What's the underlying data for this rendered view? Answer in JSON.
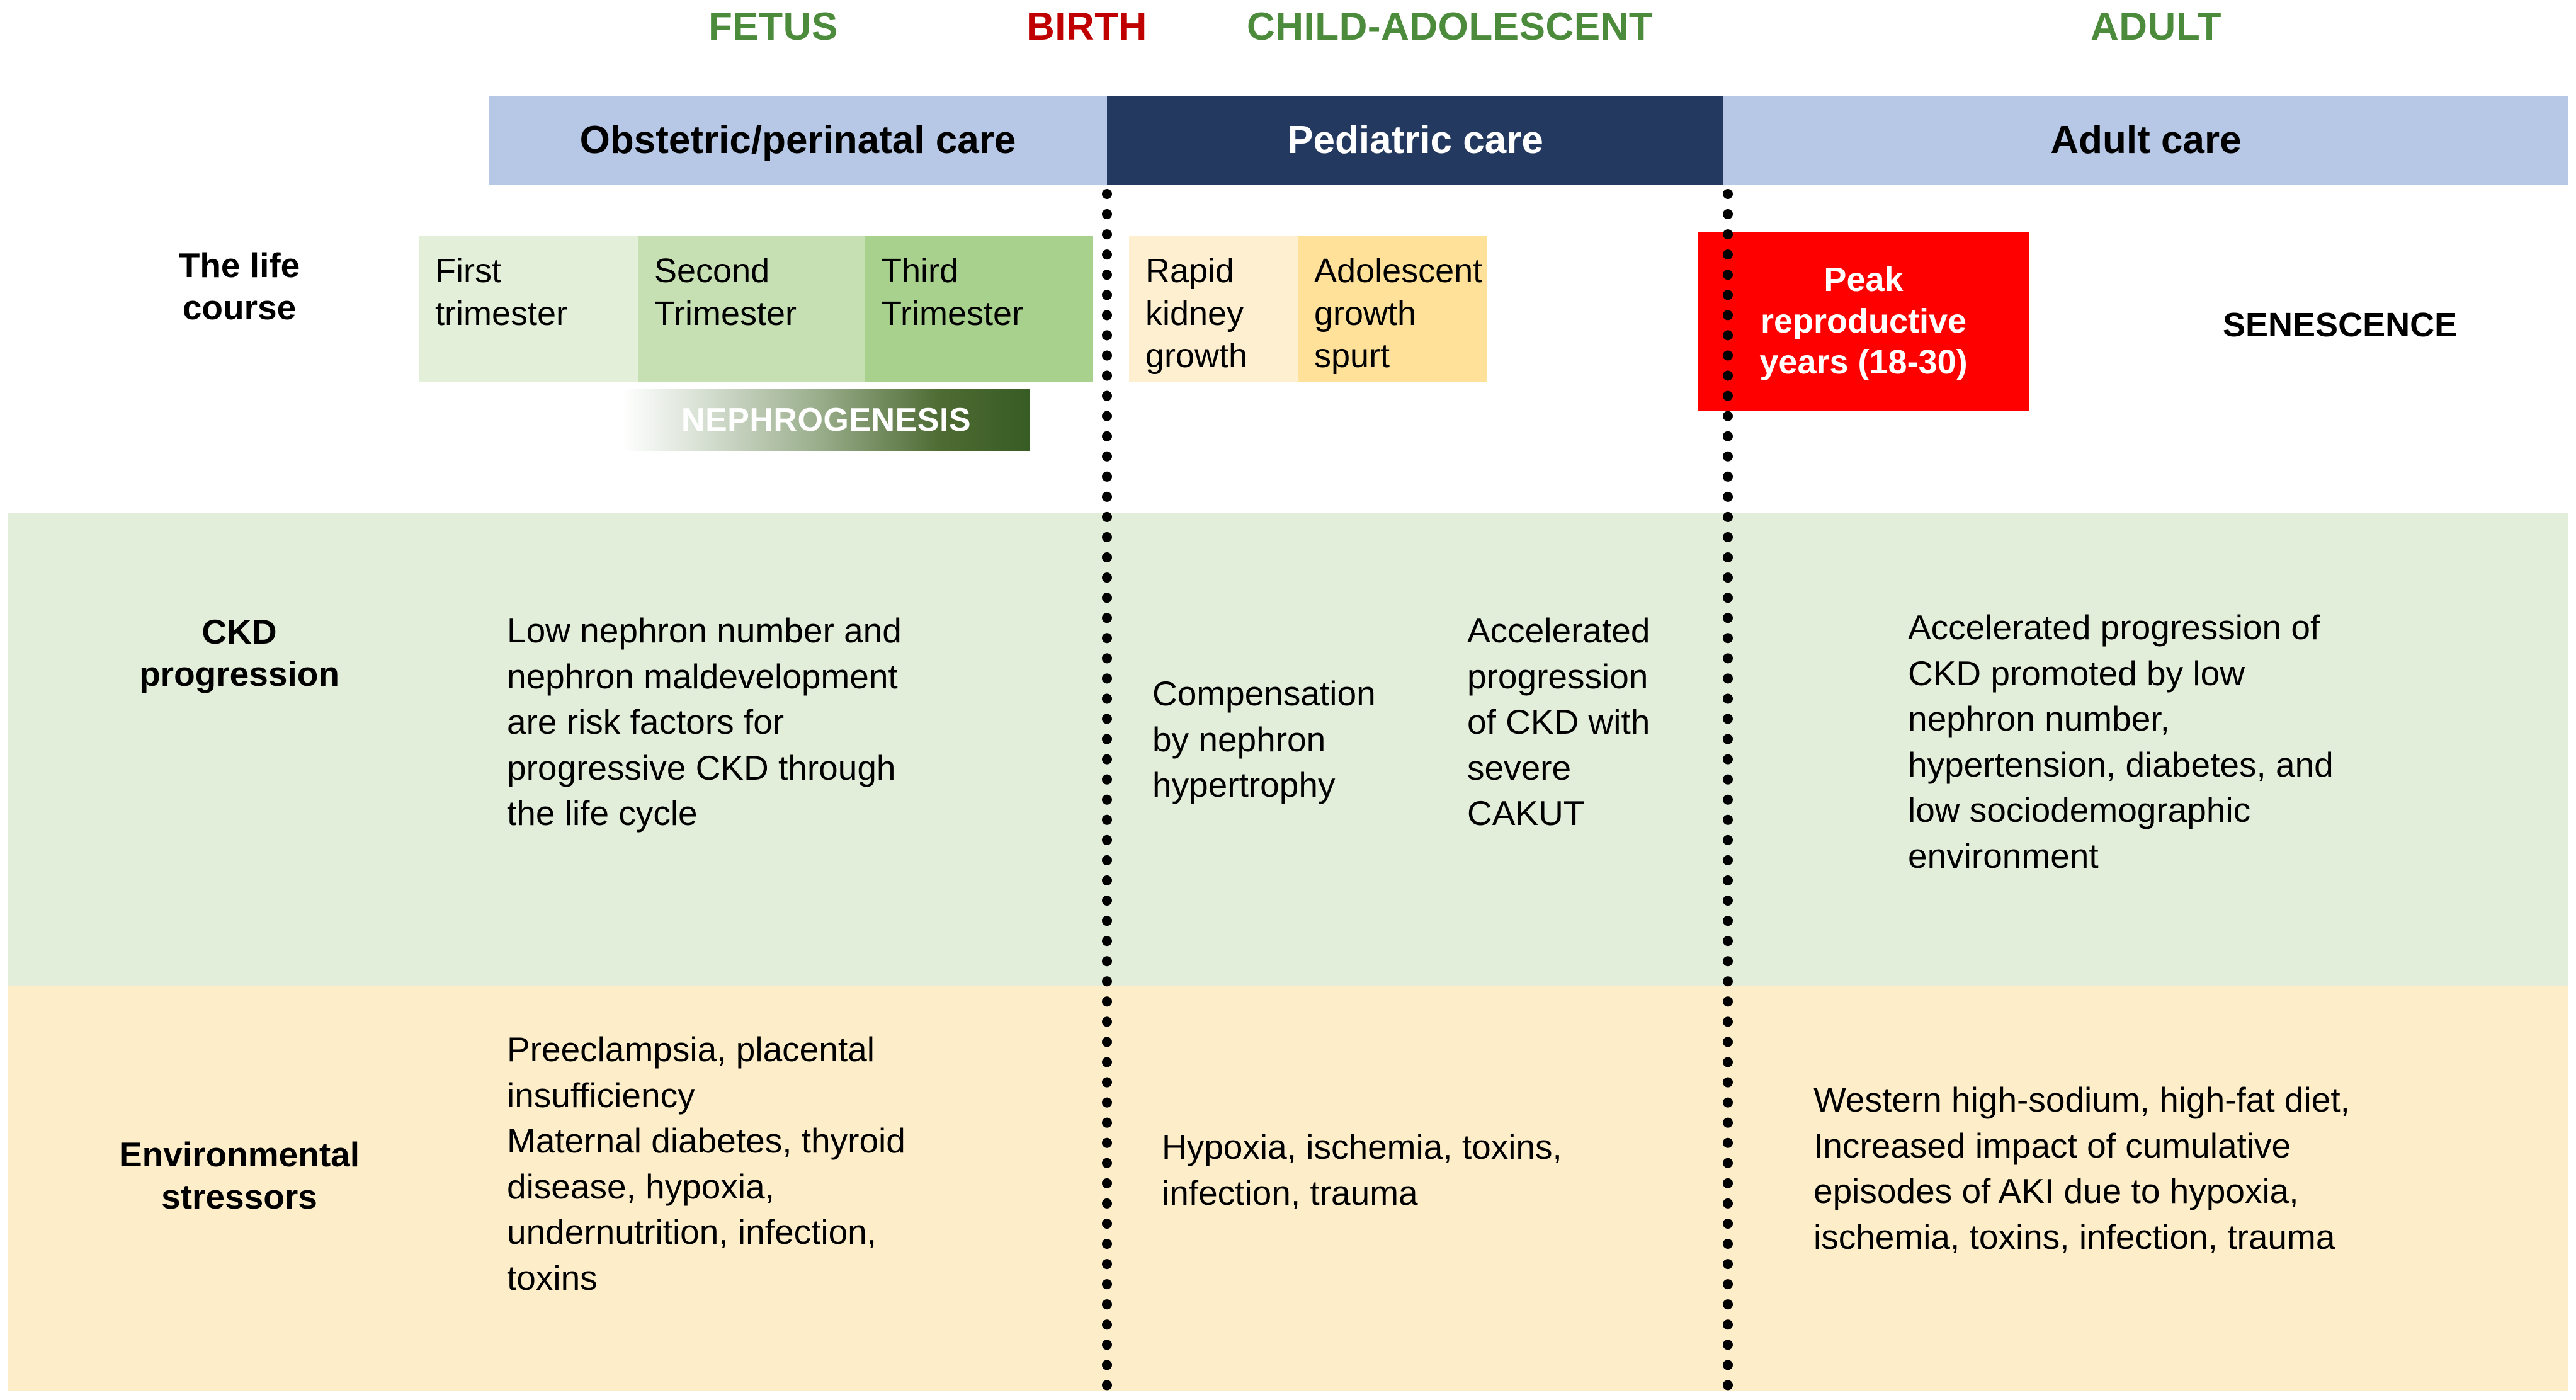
{
  "phases": [
    {
      "key": "fetus",
      "label": "FETUS",
      "color": "#4b8b3b"
    },
    {
      "key": "birth",
      "label": "BIRTH",
      "color": "#c00000"
    },
    {
      "key": "child_adolescent",
      "label": "CHILD-ADOLESCENT",
      "color": "#4b8b3b"
    },
    {
      "key": "adult",
      "label": "ADULT",
      "color": "#4b8b3b"
    }
  ],
  "care_bands": [
    {
      "key": "obstetric",
      "label": "Obstetric/perinatal care",
      "background": "#b6c8e6",
      "text_color": "#000000"
    },
    {
      "key": "pediatric",
      "label": "Pediatric care",
      "background": "#23395f",
      "text_color": "#ffffff"
    },
    {
      "key": "adult",
      "label": "Adult care",
      "background": "#b6c8e6",
      "text_color": "#000000"
    }
  ],
  "rows": {
    "life_course": {
      "label": "The life\ncourse",
      "boxes": [
        {
          "key": "first_trimester",
          "label": "First\ntrimester",
          "background": "#e3efd9"
        },
        {
          "key": "second_trimester",
          "label": "Second\nTrimester",
          "background": "#c6e0b4"
        },
        {
          "key": "third_trimester",
          "label": "Third\nTrimester",
          "background": "#a9d18e"
        },
        {
          "key": "rapid_kidney_growth",
          "label": "Rapid\nkidney\ngrowth",
          "background": "#fdefcf"
        },
        {
          "key": "adolescent_growth_spurt",
          "label": "Adolescent\ngrowth\nspurt",
          "background": "#ffe199"
        },
        {
          "key": "peak_reproductive_years",
          "label": "Peak\nreproductive\nyears (18-30)",
          "background": "#fe0000",
          "text_color": "#ffffff"
        }
      ],
      "nephrogenesis": {
        "label": "NEPHROGENESIS",
        "gradient_from": "#ffffff",
        "gradient_to": "#375c24"
      },
      "senescence": {
        "label": "SENESCENCE"
      }
    },
    "ckd_progression": {
      "label": "CKD\nprogression",
      "background": "#e2edda",
      "cells": [
        {
          "key": "ckd-obstetric",
          "text": "Low nephron number and\nnephron maldevelopment\nare risk factors for\nprogressive CKD through\nthe life cycle"
        },
        {
          "key": "ckd-pediatric-a",
          "text": "Compensation\nby nephron\nhypertrophy"
        },
        {
          "key": "ckd-pediatric-b",
          "text": "Accelerated\nprogression\nof CKD with\nsevere\nCAKUT"
        },
        {
          "key": "ckd-adult",
          "text": "Accelerated progression of\nCKD promoted by low\nnephron number,\nhypertension, diabetes, and\nlow sociodemographic\nenvironment"
        }
      ]
    },
    "environmental_stressors": {
      "label": "Environmental\nstressors",
      "background": "#fdeec9",
      "cells": [
        {
          "key": "env-obstetric",
          "text": "Preeclampsia, placental\ninsufficiency\nMaternal diabetes, thyroid\ndisease, hypoxia,\nundernutrition, infection,\ntoxins"
        },
        {
          "key": "env-pediatric",
          "text": "Hypoxia, ischemia, toxins,\ninfection, trauma"
        },
        {
          "key": "env-adult",
          "text": "Western high-sodium, high-fat diet,\nIncreased impact of cumulative\nepisodes of AKI due to hypoxia,\nischemia, toxins, infection, trauma"
        }
      ]
    }
  },
  "dividers": [
    {
      "key": "birth-divider",
      "style": "dotted-vertical",
      "color": "#000000"
    },
    {
      "key": "adulthood-divider",
      "style": "dotted-vertical",
      "color": "#000000"
    }
  ]
}
